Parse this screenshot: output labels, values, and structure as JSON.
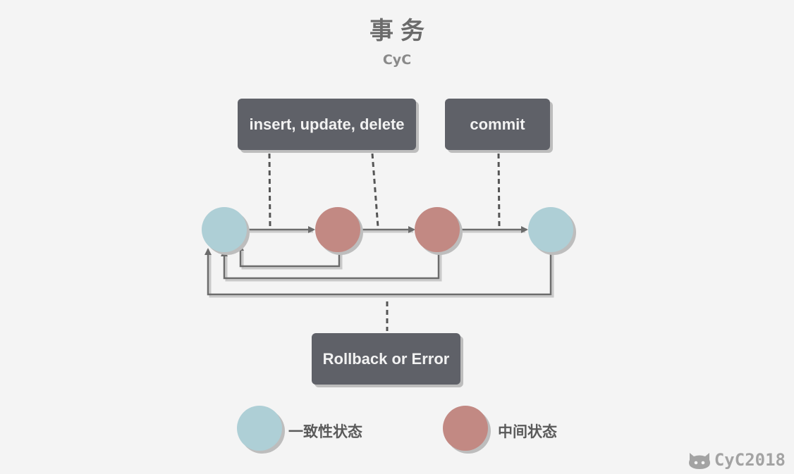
{
  "title": "事务",
  "subtitle": "CyC",
  "boxes": {
    "insert_update_delete": "insert, update, delete",
    "commit": "commit",
    "rollback_or_error": "Rollback or Error"
  },
  "legend": {
    "consistent_state": "一致性状态",
    "intermediate_state": "中间状态"
  },
  "watermark": "CyC2018",
  "colors": {
    "consistent": "#aecfd6",
    "intermediate": "#c28983",
    "box": "#5f6168",
    "line": "#6b6b6b"
  }
}
